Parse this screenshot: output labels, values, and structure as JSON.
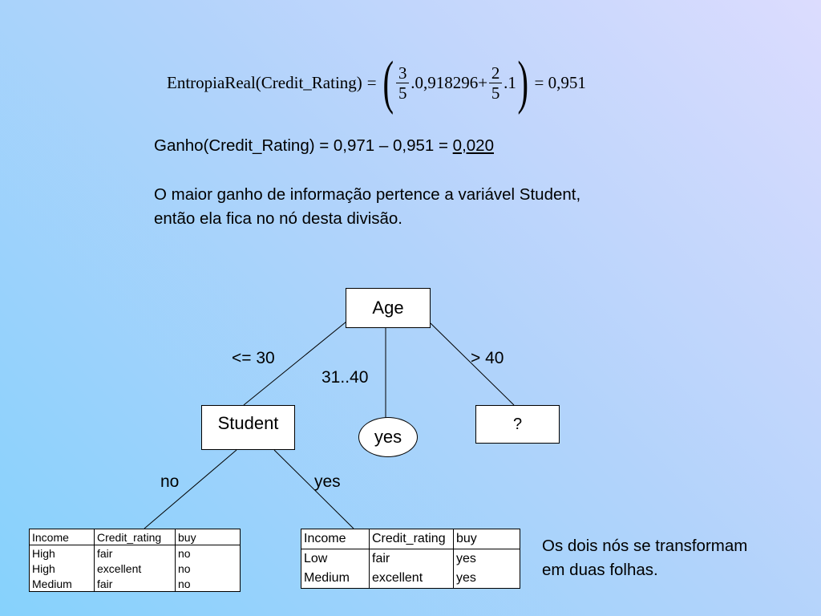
{
  "formula": {
    "lhs": "EntropiaReal(Credit_Rating)",
    "eq": "=",
    "frac1_num": "3",
    "frac1_den": "5",
    "term1": ".0,918296+",
    "frac2_num": "2",
    "frac2_den": "5",
    "term2": ".1",
    "result": "= 0,951"
  },
  "gain": {
    "text": "Ganho(Credit_Rating) = 0,971 – 0,951 = ",
    "value": "0,020"
  },
  "conclusion": {
    "line1": "O maior ganho de informação pertence a variável Student,",
    "line2": "então ela fica no nó desta divisão."
  },
  "tree": {
    "root": "Age",
    "edge_left": "<= 30",
    "edge_mid": "31..40",
    "edge_right": "> 40",
    "node_left": "Student",
    "node_mid": "yes",
    "node_right": "?",
    "edge_no": "no",
    "edge_yes": "yes"
  },
  "table_left": {
    "headers": [
      "Income",
      "Credit_rating",
      "buy"
    ],
    "rows": [
      [
        "High",
        "fair",
        "no"
      ],
      [
        "High",
        "excellent",
        "no"
      ],
      [
        "Medium",
        "fair",
        "no"
      ]
    ]
  },
  "table_right": {
    "headers": [
      "Income",
      "Credit_rating",
      "buy"
    ],
    "rows": [
      [
        "Low",
        "fair",
        "yes"
      ],
      [
        "Medium",
        "excellent",
        "yes"
      ]
    ]
  },
  "note": {
    "line1": "Os dois nós se transformam",
    "line2": "em duas folhas."
  }
}
